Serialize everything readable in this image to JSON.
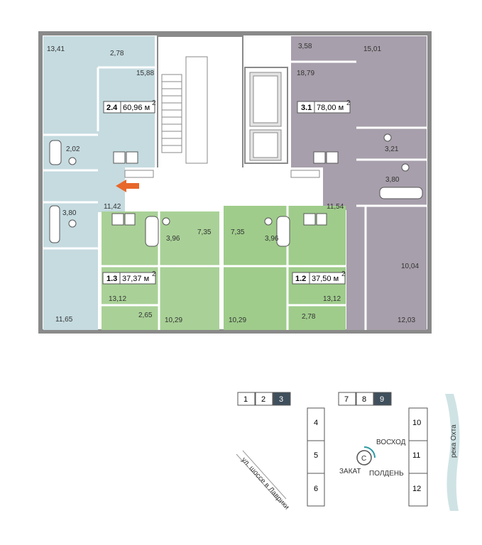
{
  "colors": {
    "apt_2_4": "#c5dbe0",
    "apt_3_1": "#a79fab",
    "apt_1_3": "#a9d197",
    "apt_1_2": "#9fcc8b",
    "corridor": "#ffffff",
    "walls": "#8a8a8a",
    "arrow": "#e8672a",
    "section_active": "#3f4f5c",
    "river": "#cfe3e5"
  },
  "apartments": {
    "a2_4": {
      "id": "2.4",
      "area": "60,96 м",
      "sup": "2"
    },
    "a3_1": {
      "id": "3.1",
      "area": "78,00 м",
      "sup": "2"
    },
    "a1_3": {
      "id": "1.3",
      "area": "37,37 м",
      "sup": "2"
    },
    "a1_2": {
      "id": "1.2",
      "area": "37,50 м",
      "sup": "2"
    }
  },
  "rooms": {
    "r13_41": "13,41",
    "r2_78a": "2,78",
    "r15_88": "15,88",
    "r2_02": "2,02",
    "r3_80a": "3,80",
    "r11_42": "11,42",
    "r11_65": "11,65",
    "r3_58": "3,58",
    "r15_01": "15,01",
    "r18_79": "18,79",
    "r3_21": "3,21",
    "r3_80b": "3,80",
    "r11_54": "11,54",
    "r10_04": "10,04",
    "r12_03": "12,03",
    "r3_96a": "3,96",
    "r7_35a": "7,35",
    "r7_35b": "7,35",
    "r3_96b": "3,96",
    "r13_12a": "13,12",
    "r13_12b": "13,12",
    "r2_65": "2,65",
    "r10_29a": "10,29",
    "r10_29b": "10,29",
    "r2_78b": "2,78"
  },
  "sections": {
    "left": [
      "1",
      "2",
      "3"
    ],
    "right": [
      "7",
      "8",
      "9"
    ],
    "left_col": [
      "4",
      "5",
      "6"
    ],
    "right_col": [
      "10",
      "11",
      "12"
    ]
  },
  "compass": {
    "center": "С",
    "east": "ВОСХОД",
    "west": "ЗАКАТ",
    "south": "ПОЛДЕНЬ"
  },
  "street": "ул. шоссе в Лаврики",
  "river": "река Охта",
  "icons": [
    "entrance-arrow-icon",
    "compass-icon",
    "stairs-icon",
    "elevator-icon",
    "toilet-icon",
    "bathtub-icon",
    "stove-icon",
    "sink-icon"
  ]
}
